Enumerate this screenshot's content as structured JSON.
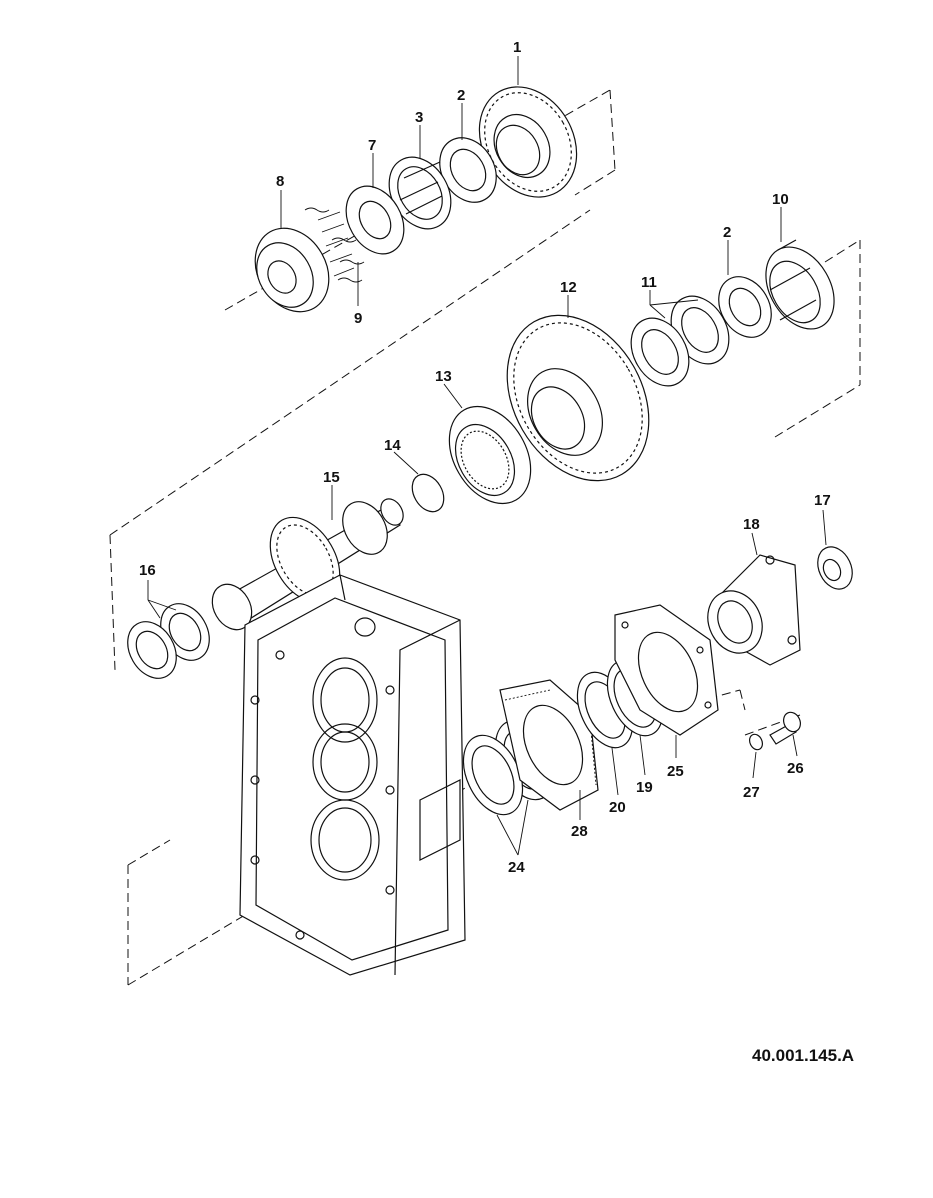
{
  "callouts": [
    {
      "id": "c1",
      "text": "1"
    },
    {
      "id": "c2a",
      "text": "2"
    },
    {
      "id": "c3",
      "text": "3"
    },
    {
      "id": "c7",
      "text": "7"
    },
    {
      "id": "c8",
      "text": "8"
    },
    {
      "id": "c9",
      "text": "9"
    },
    {
      "id": "c10",
      "text": "10"
    },
    {
      "id": "c2b",
      "text": "2"
    },
    {
      "id": "c11",
      "text": "11"
    },
    {
      "id": "c12",
      "text": "12"
    },
    {
      "id": "c13",
      "text": "13"
    },
    {
      "id": "c14",
      "text": "14"
    },
    {
      "id": "c15",
      "text": "15"
    },
    {
      "id": "c16",
      "text": "16"
    },
    {
      "id": "c17",
      "text": "17"
    },
    {
      "id": "c18",
      "text": "18"
    },
    {
      "id": "c24",
      "text": "24"
    },
    {
      "id": "c28",
      "text": "28"
    },
    {
      "id": "c20",
      "text": "20"
    },
    {
      "id": "c19",
      "text": "19"
    },
    {
      "id": "c25",
      "text": "25"
    },
    {
      "id": "c27",
      "text": "27"
    },
    {
      "id": "c26",
      "text": "26"
    }
  ],
  "reference_code": "40.001.145.A"
}
